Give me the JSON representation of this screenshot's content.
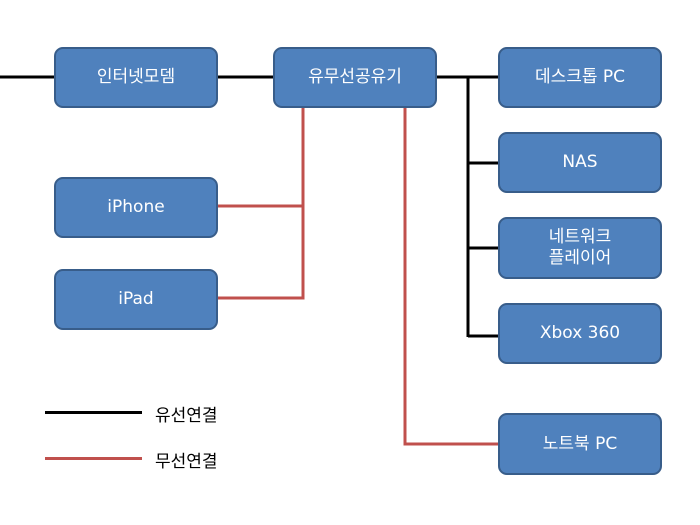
{
  "diagram": {
    "nodes": {
      "modem": "인터넷모뎀",
      "router": "유무선공유기",
      "desktop": "데스크톱 PC",
      "nas": "NAS",
      "network_player": "네트워크\n플레이어",
      "xbox": "Xbox 360",
      "iphone": "iPhone",
      "ipad": "iPad",
      "laptop": "노트북 PC"
    },
    "connections": [
      {
        "from": "internet",
        "to": "modem",
        "type": "wired"
      },
      {
        "from": "modem",
        "to": "router",
        "type": "wired"
      },
      {
        "from": "router",
        "to": "desktop",
        "type": "wired"
      },
      {
        "from": "router",
        "to": "nas",
        "type": "wired"
      },
      {
        "from": "router",
        "to": "network_player",
        "type": "wired"
      },
      {
        "from": "router",
        "to": "xbox",
        "type": "wired"
      },
      {
        "from": "router",
        "to": "iphone",
        "type": "wireless"
      },
      {
        "from": "router",
        "to": "ipad",
        "type": "wireless"
      },
      {
        "from": "router",
        "to": "laptop",
        "type": "wireless"
      }
    ],
    "legend": {
      "wired": "유선연결",
      "wireless": "무선연결"
    },
    "colors": {
      "node_fill": "#4f81bd",
      "node_border": "#385d8a",
      "wired": "#000000",
      "wireless": "#c0504d"
    }
  }
}
